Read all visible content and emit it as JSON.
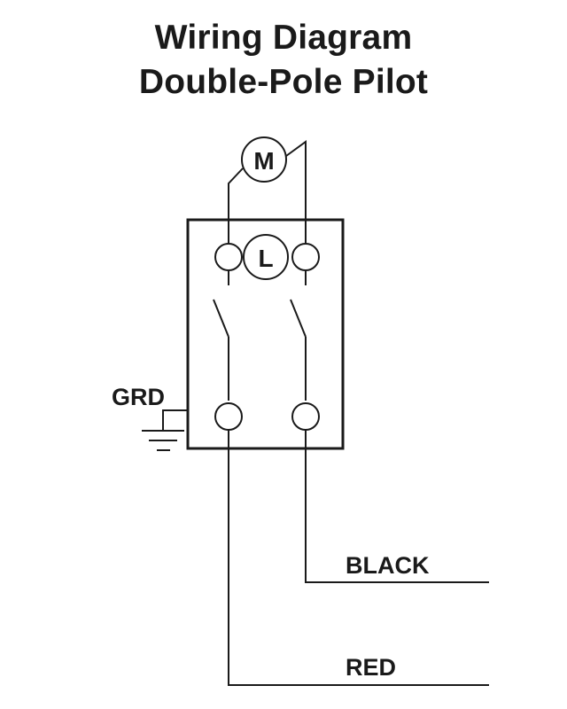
{
  "title": {
    "line1": "Wiring Diagram",
    "line2": "Double-Pole Pilot"
  },
  "labels": {
    "motor": "M",
    "lamp": "L",
    "ground": "GRD",
    "black": "BLACK",
    "red": "RED"
  }
}
